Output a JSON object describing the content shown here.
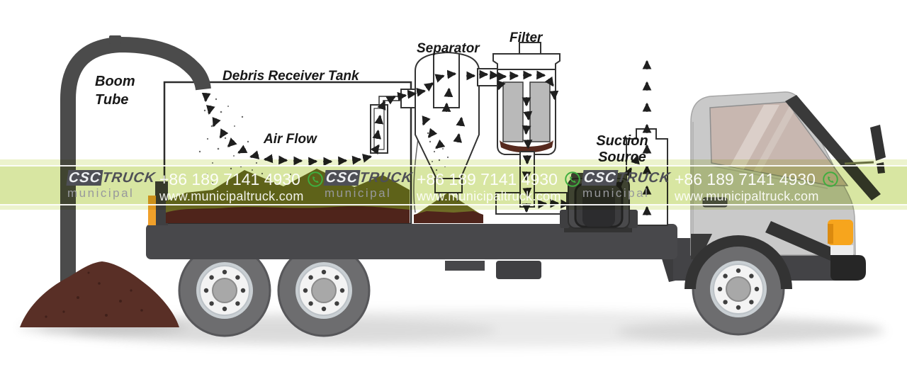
{
  "labels": {
    "boom_line1": "Boom",
    "boom_line2": "Tube",
    "debris_tank": "Debris Receiver Tank",
    "air_flow": "Air Flow",
    "separator": "Separator",
    "filter": "Filter",
    "suction_line1": "Suction",
    "suction_line2": "Source"
  },
  "watermark": {
    "brand_csc": "CSC",
    "brand_truck": "TRUCK",
    "brand_sub": "municipal",
    "phone": "+86 189 7141 4930",
    "website": "www.municipaltruck.com",
    "whatsapp_icon": "whatsapp-icon",
    "band_color": "#d8e6a2",
    "accent_green": "#3fae3f"
  },
  "colors": {
    "debris_brown": "#552c22",
    "pile_olive": "#6f6c26",
    "truck_body_gray": "#c9c9c9",
    "chassis_dark": "#48484b",
    "indicator_orange": "#f7a51d",
    "line_black": "#2d2d2d"
  }
}
